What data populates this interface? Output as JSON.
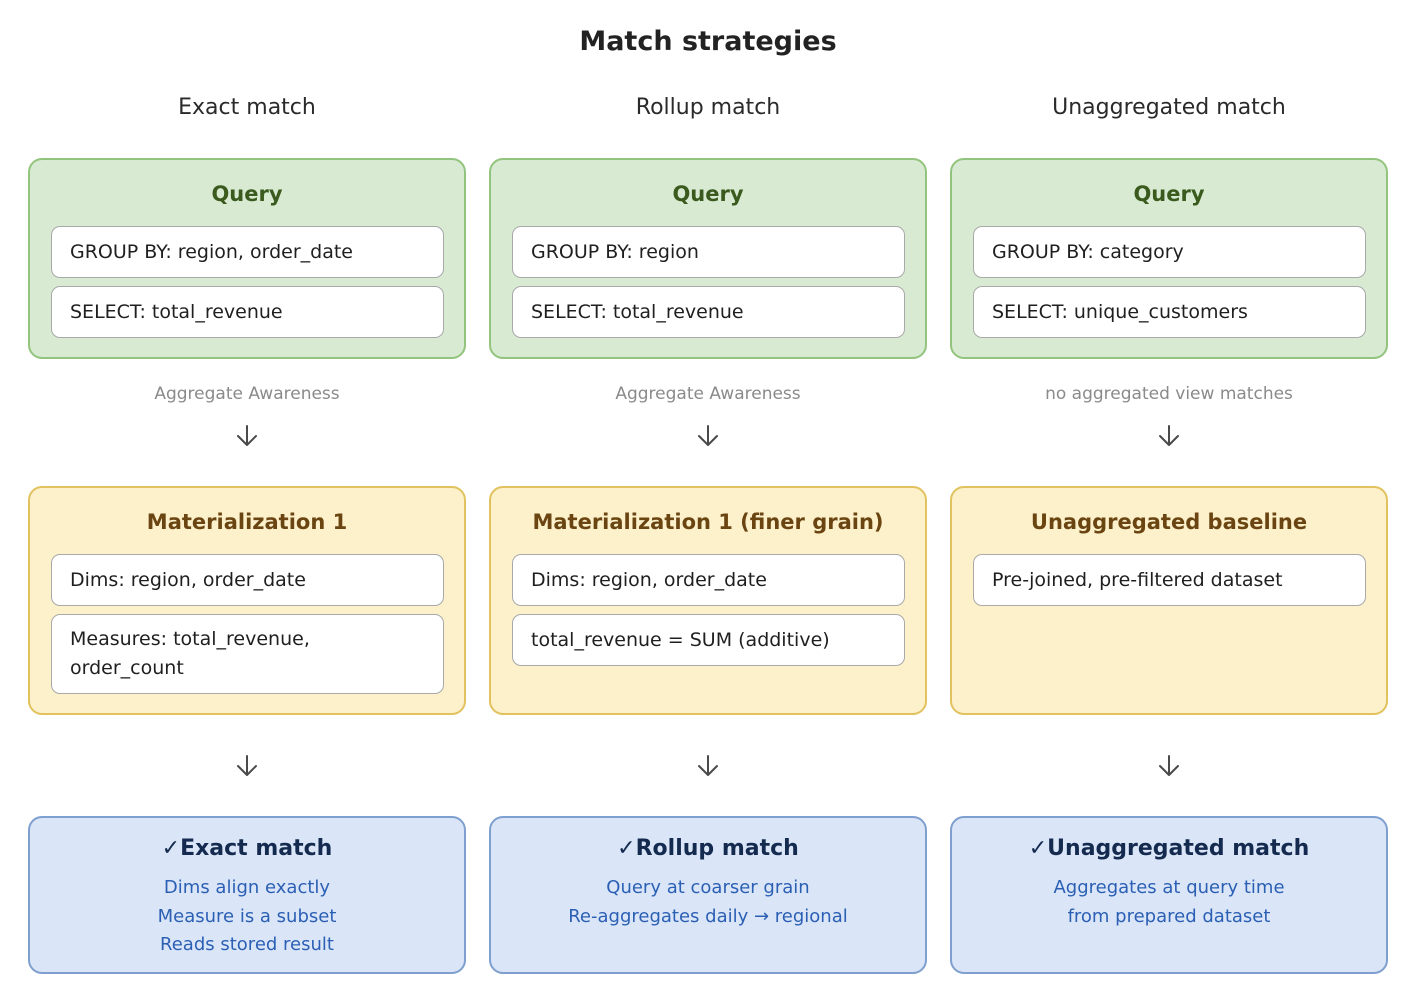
{
  "title": "Match strategies",
  "columns": [
    {
      "heading": "Exact match",
      "query": {
        "title": "Query",
        "items": [
          "GROUP BY: region, order_date",
          "SELECT: total_revenue"
        ]
      },
      "connector": "Aggregate Awareness",
      "materialization": {
        "title": "Materialization 1",
        "items": [
          "Dims: region, order_date",
          "Measures: total_revenue, order_count"
        ]
      },
      "result": {
        "check": "✓",
        "title": "Exact match",
        "lines": [
          "Dims align exactly",
          "Measure is a subset",
          "Reads stored result"
        ]
      }
    },
    {
      "heading": "Rollup match",
      "query": {
        "title": "Query",
        "items": [
          "GROUP BY: region",
          "SELECT: total_revenue"
        ]
      },
      "connector": "Aggregate Awareness",
      "materialization": {
        "title": "Materialization 1 (finer grain)",
        "items": [
          "Dims: region, order_date",
          "total_revenue = SUM (additive)"
        ]
      },
      "result": {
        "check": "✓",
        "title": "Rollup match",
        "lines": [
          "Query at coarser grain",
          "Re-aggregates daily → regional"
        ]
      }
    },
    {
      "heading": "Unaggregated match",
      "query": {
        "title": "Query",
        "items": [
          "GROUP BY: category",
          "SELECT: unique_customers"
        ]
      },
      "connector": "no aggregated view matches",
      "materialization": {
        "title": "Unaggregated baseline",
        "items": [
          "Pre-joined, pre-filtered dataset"
        ]
      },
      "result": {
        "check": "✓",
        "title": "Unaggregated match",
        "lines": [
          "Aggregates at query time",
          "from prepared dataset"
        ]
      }
    }
  ]
}
